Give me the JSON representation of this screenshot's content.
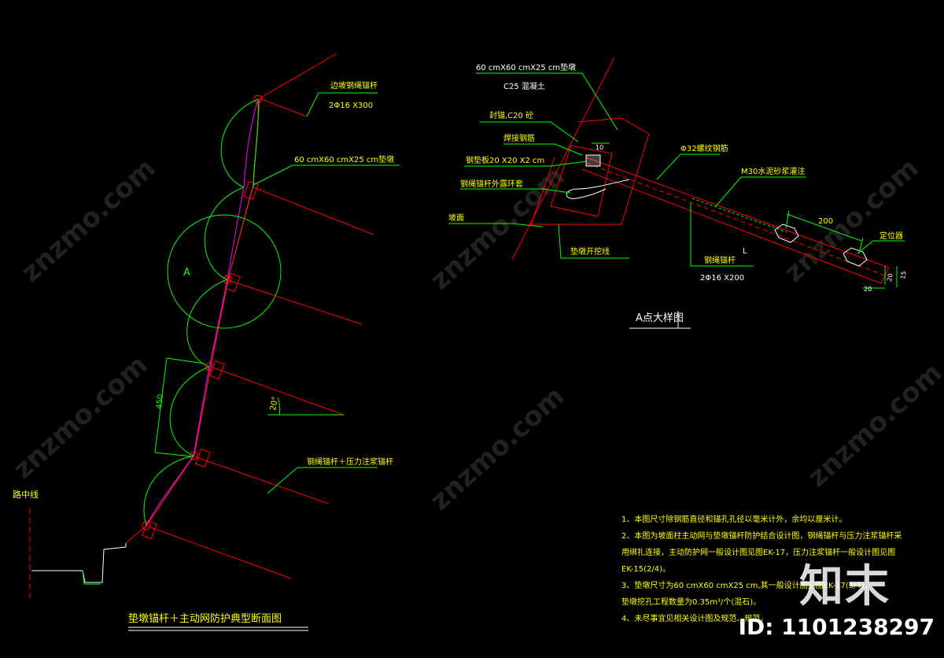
{
  "colors": {
    "background": "#000000",
    "red": "#ff0000",
    "green": "#00ff00",
    "magenta": "#ff00ff",
    "yellow": "#ffff00",
    "white": "#ffffff",
    "leader": "#00ff00"
  },
  "left_section": {
    "title": "垫墩锚杆＋主动网防护典型断面图",
    "label_top_anchor": "边坡钢绳锚杆",
    "label_top_anchor_spec": "2Φ16 X300",
    "label_pad": "60 cmX60 cmX25 cm垫墩",
    "label_detail_A": "A",
    "label_spacing": "450",
    "label_angle": "20°",
    "label_bottom_anchor": "钢绳锚杆＋压力注浆锚杆",
    "label_centerline": "路中线"
  },
  "right_section": {
    "title": "A点大样图",
    "label_pad": "60 cmX60 cmX25 cm垫墩",
    "label_concrete": "C25 混凝土",
    "label_seal": "封锚,C20 砼",
    "label_rebar": "焊接钢筋",
    "label_plate": "钢垫板20 X20 X2 cm",
    "label_ring": "钢绳锚杆外露环套",
    "label_slope": "坡面",
    "label_excavation": "垫墩开挖线",
    "label_bolt": "Φ32螺纹钢筋",
    "label_grout": "M30水泥砂浆灌注",
    "label_dim_200": "200",
    "label_centralizer": "定位器",
    "label_wire_anchor": "钢绳锚杆",
    "label_wire_anchor_spec": "2Φ16 X200",
    "label_L": "L",
    "label_dim_10": "10",
    "label_dim_20": "20",
    "label_dim_small_a": "20",
    "label_dim_small_b": "15"
  },
  "notes": [
    "1、本图尺寸除钢筋直径和锚孔孔径以毫米计外，余均以厘米计。",
    "2、本图为坡面柱主动网与垫墩锚杆防护结合设计图，钢绳锚杆与压力注浆锚杆采",
    "用绑扎连接，主动防护网一般设计图见图EK-17，压力注浆锚杆一般设计图见图",
    "EK-15(2/4)。",
    "3、垫墩尺寸为60 cmX60 cmX25 cm,其一般设计图见图EK-17(3/4)，",
    "垫墩挖孔工程数量为0.35m³/个(混石)。",
    "4、未尽事宜见相关设计图及规范、规范。"
  ],
  "watermark": {
    "text": "znzmo.com",
    "brand": "知末",
    "id": "ID: 1101238297"
  }
}
